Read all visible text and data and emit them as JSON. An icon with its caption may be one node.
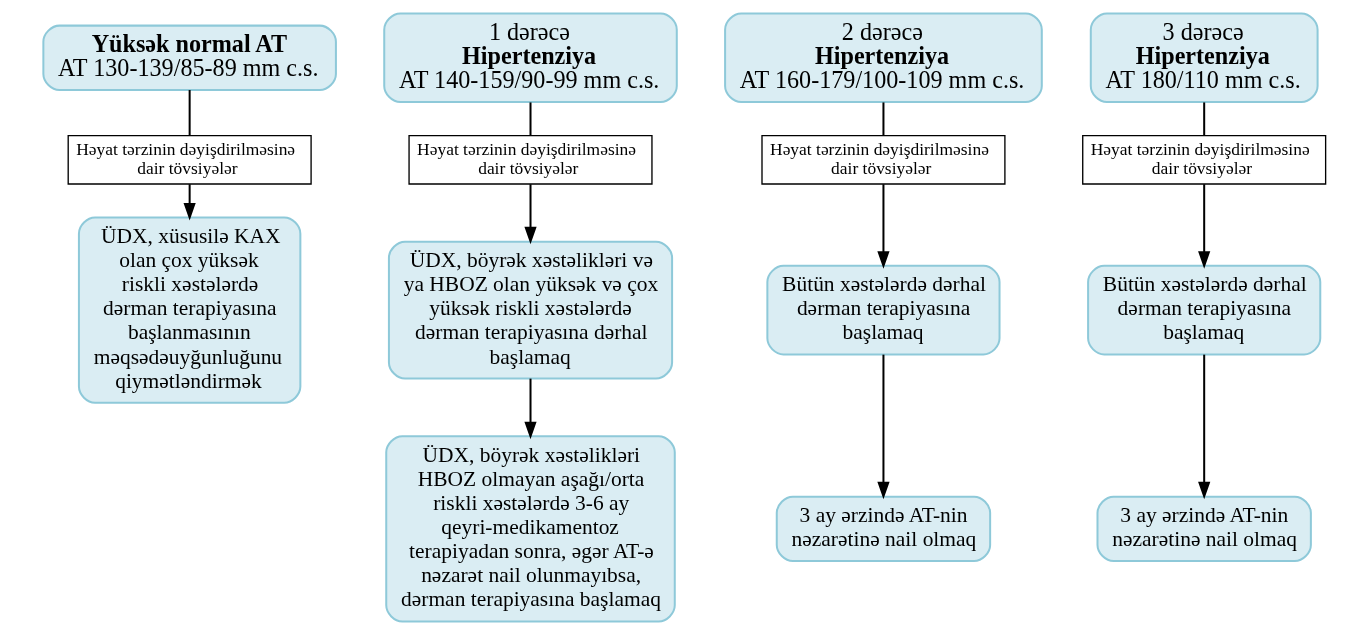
{
  "diagram": {
    "nodes": [
      {
        "text": [
          "Yüksək normal AT",
          "AT 130-139/85-89 mm c.s."
        ]
      },
      {
        "text": [
          "Həyat tərzinin dəyişdirilməsinə dair tövsiyələr"
        ]
      },
      {
        "text": [
          "ÜDX, xüsusilə KAX olan çox yüksək riskli xəstələrdə dərman terapiyasına başlanmasının məqsədəuyğunluğunu qiymətləndirmək"
        ]
      },
      {
        "text": [
          "1 dərəcə",
          "Hipertenziya",
          "AT 140-159/90-99 mm c.s."
        ]
      },
      {
        "text": [
          "Həyat tərzinin dəyişdirilməsinə dair tövsiyələr"
        ]
      },
      {
        "text": [
          "ÜDX, böyrək xəstəlikləri və ya HBOZ olan yüksək və çox yüksək riskli xəstələrdə dərman terapiyasına dərhal başlamaq"
        ]
      },
      {
        "text": [
          "ÜDX, böyrək xəstəlikləri HBOZ olmayan aşağı/orta riskli xəstələrdə 3-6 ay qeyri-medikamentoz terapiyadan sonra, əgər AT-ə nəzarət nail olunmayıbsa, dərman terapiyasına başlamaq"
        ]
      },
      {
        "text": [
          "2 dərəcə",
          "Hipertenziya",
          "AT 160-179/100-109 mm c.s."
        ]
      },
      {
        "text": [
          "Həyat tərzinin dəyişdirilməsinə dair tövsiyələr"
        ]
      },
      {
        "text": [
          "Bütün xəstələrdə dərhal dərman terapiyasına başlamaq"
        ]
      },
      {
        "text": [
          "3 ay ərzində AT-nin nəzarətinə nail olmaq"
        ]
      },
      {
        "text": [
          "3 dərəcə",
          "Hipertenziya",
          "AT 180/110 mm c.s."
        ]
      },
      {
        "text": [
          "Həyat tərzinin dəyişdirilməsinə dair tövsiyələr"
        ]
      },
      {
        "text": [
          "Bütün xəstələrdə dərhal dərman terapiyasına başlamaq"
        ]
      },
      {
        "text": [
          "3 ay ərzində AT-nin nəzarətinə nail olmaq"
        ]
      }
    ],
    "edges": [
      {
        "from": 0,
        "to": 1,
        "arrow": "none"
      },
      {
        "from": 1,
        "to": 2,
        "arrow": "to"
      },
      {
        "from": 3,
        "to": 4,
        "arrow": "none"
      },
      {
        "from": 4,
        "to": 5,
        "arrow": "to"
      },
      {
        "from": 5,
        "to": 6,
        "arrow": "to"
      },
      {
        "from": 7,
        "to": 8,
        "arrow": "none"
      },
      {
        "from": 8,
        "to": 9,
        "arrow": "to"
      },
      {
        "from": 9,
        "to": 10,
        "arrow": "to"
      },
      {
        "from": 11,
        "to": 12,
        "arrow": "none"
      },
      {
        "from": 12,
        "to": 13,
        "arrow": "to"
      },
      {
        "from": 13,
        "to": 14,
        "arrow": "to"
      }
    ]
  }
}
